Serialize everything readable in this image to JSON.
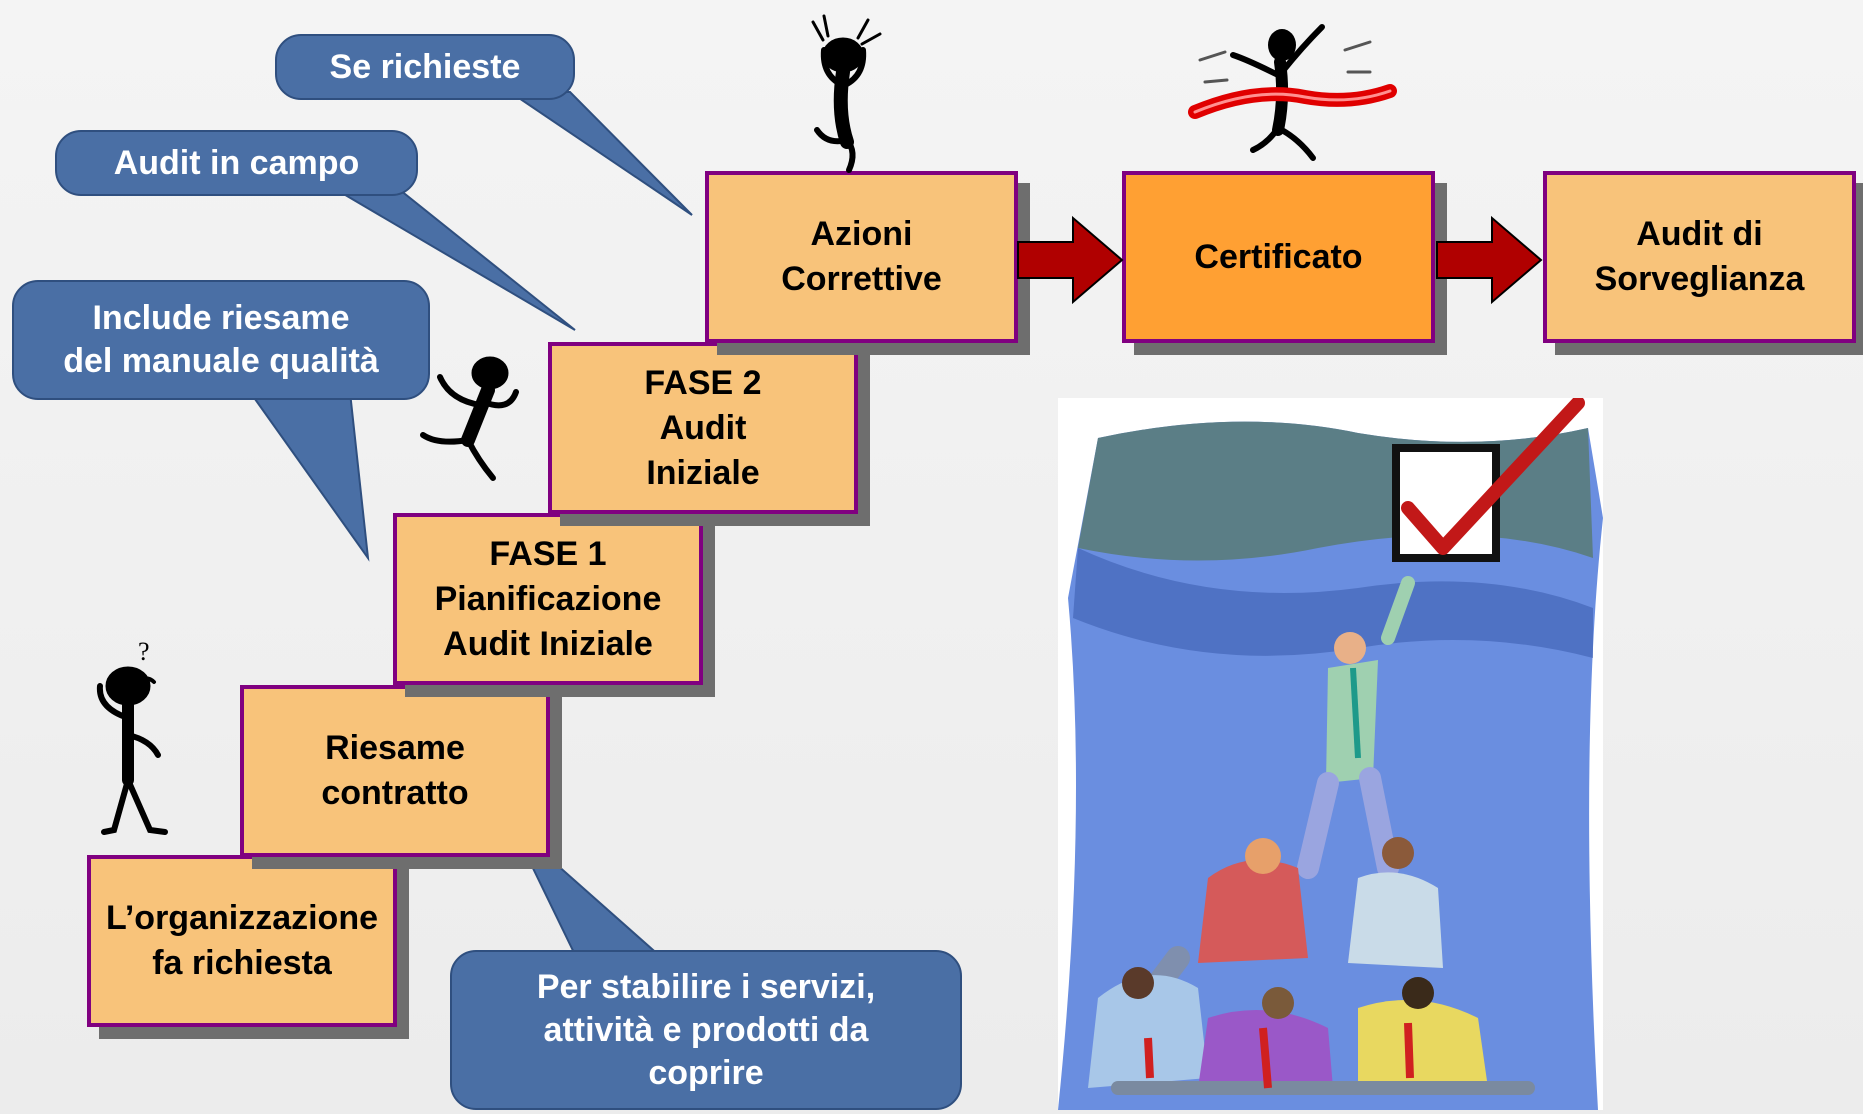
{
  "steps": {
    "request": [
      "L’organizzazione",
      "fa richiesta"
    ],
    "contract_review": [
      "Riesame",
      "contratto"
    ],
    "phase1": [
      "FASE 1",
      "Pianificazione",
      "Audit Iniziale"
    ],
    "phase2": [
      "FASE 2",
      "Audit",
      "Iniziale"
    ],
    "corrective": [
      "Azioni",
      "Correttive"
    ],
    "certificate": [
      "Certificato"
    ],
    "surveillance": [
      "Audit di",
      "Sorveglianza"
    ]
  },
  "callouts": {
    "se_richieste": [
      "Se richieste"
    ],
    "audit_in_campo": [
      "Audit in campo"
    ],
    "include_riesame": [
      "Include riesame",
      "del manuale qualità"
    ],
    "per_stabilire": [
      "Per stabilire i servizi,",
      "attività e prodotti da",
      "coprire"
    ]
  },
  "colors": {
    "step_fill": "#f8c37a",
    "certificate_fill": "#ffa033",
    "step_border": "#800080",
    "callout_fill": "#4a6fa5",
    "arrow_fill": "#b00000"
  },
  "illustrations": [
    "thinking-figure-icon",
    "running-figure-icon",
    "frustrated-figure-icon",
    "finish-line-figure-icon",
    "teamwork-pyramid-checkmark-illustration"
  ]
}
